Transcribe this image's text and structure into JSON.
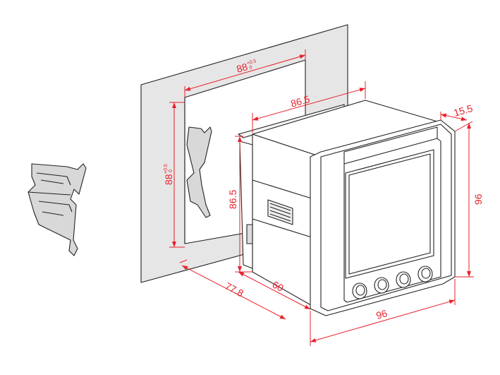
{
  "title": "Panel meter installation dimensions",
  "colors": {
    "dimension": "#e8202a",
    "outline": "#222222",
    "panel": "#e4e4e4"
  },
  "dimensions": {
    "cutout_width": {
      "value": "88",
      "tol_upper": "+0.5",
      "tol_lower": "0"
    },
    "cutout_height": {
      "value": "88",
      "tol_upper": "+0.5",
      "tol_lower": "0"
    },
    "case_width": "86.5",
    "case_height": "86.5",
    "bezel_depth": "15.5",
    "front_height": "96",
    "front_width": "96",
    "total_depth": "77.8",
    "case_depth": "60"
  },
  "knobs": 4
}
